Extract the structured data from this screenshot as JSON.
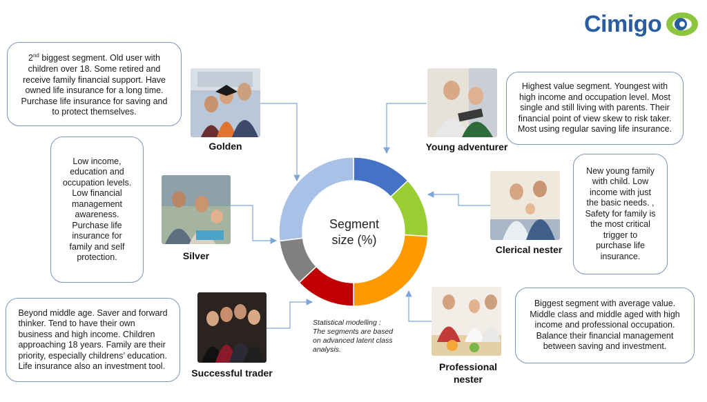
{
  "brand": {
    "name": "Cimigo"
  },
  "chart_data": {
    "type": "pie",
    "title": "",
    "center_label": [
      "Segment",
      "size (%)"
    ],
    "slices": [
      {
        "name": "Young adventurer",
        "value": 13,
        "color": "#4472c4"
      },
      {
        "name": "Clerical nester",
        "value": 13,
        "color": "#9acd32"
      },
      {
        "name": "Professional nester",
        "value": 24,
        "color": "#ff9900"
      },
      {
        "name": "Successful trader",
        "value": 13,
        "color": "#c00000"
      },
      {
        "name": "Silver",
        "value": 10,
        "color": "#808080"
      },
      {
        "name": "Golden",
        "value": 27,
        "color": "#a9c1e6"
      }
    ]
  },
  "segments": {
    "golden": {
      "label": "Golden",
      "lines": [
        "2nd biggest segment. Old user with",
        "children over 18.  Some retired and",
        "receive family financial support.  Have",
        "owned life insurance for a long time.",
        "Purchase life insurance for saving and",
        "to protect themselves."
      ]
    },
    "silver": {
      "label": "Silver",
      "lines": [
        "Low income,",
        "education and",
        "occupation levels.",
        "Low financial",
        "management",
        "awareness.",
        "Purchase life",
        "insurance for",
        "family and self",
        "protection."
      ]
    },
    "successful_trader": {
      "label": "Successful trader",
      "lines": [
        "Beyond middle age. Saver and forward",
        "thinker. Tend to have their own",
        "business and high income.  Children",
        "approaching 18 years.  Family are their",
        "priority, especially childrens’ education.",
        "Life insurance also an investment tool."
      ]
    },
    "young_adventurer": {
      "label": "Young adventurer",
      "lines": [
        "Highest value segment. Youngest with",
        "high income and occupation level. Most",
        "single and still living with parents. Their",
        "financial point of view skew to risk taker.",
        "Most using regular saving life insurance."
      ]
    },
    "clerical_nester": {
      "label": "Clerical nester",
      "lines": [
        "New young family",
        "with child.  Low",
        "income  with just",
        "the basic needs.   ,",
        "Safety for family is",
        "the most critical",
        "trigger to",
        "purchase life",
        "insurance."
      ]
    },
    "professional_nester": {
      "label": [
        "Professional",
        "nester"
      ],
      "lines": [
        "Biggest segment with average value.",
        "Middle class and middle aged with high",
        "income and professional occupation.",
        "Balance their financial management",
        "between saving and investment."
      ]
    }
  },
  "note": [
    "Statistical modelling :",
    "The segments are based",
    "on advanced latent class",
    "analysis."
  ],
  "colors": {
    "logo_blue": "#2a5d9f",
    "logo_green": "#8cc63f",
    "connector": "#7da7d9",
    "box_border": "#7f93b8"
  }
}
